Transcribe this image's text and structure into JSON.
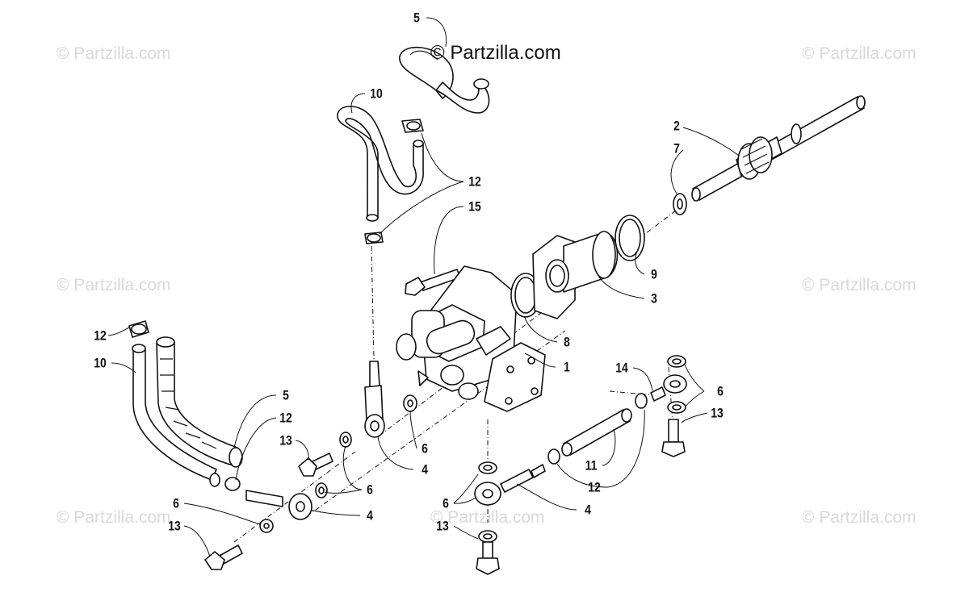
{
  "credit": "© Partzilla.com",
  "watermark": "© Partzilla.com",
  "callouts": [
    {
      "id": "c5a",
      "text": "5"
    },
    {
      "id": "c10a",
      "text": "10"
    },
    {
      "id": "c12a",
      "text": "12"
    },
    {
      "id": "c15",
      "text": "15"
    },
    {
      "id": "c2",
      "text": "2"
    },
    {
      "id": "c7",
      "text": "7"
    },
    {
      "id": "c9",
      "text": "9"
    },
    {
      "id": "c3",
      "text": "3"
    },
    {
      "id": "c8",
      "text": "8"
    },
    {
      "id": "c1",
      "text": "1"
    },
    {
      "id": "c12b",
      "text": "12"
    },
    {
      "id": "c10b",
      "text": "10"
    },
    {
      "id": "c5b",
      "text": "5"
    },
    {
      "id": "c12c",
      "text": "12"
    },
    {
      "id": "c13a",
      "text": "13"
    },
    {
      "id": "c6a",
      "text": "6"
    },
    {
      "id": "c4a",
      "text": "4"
    },
    {
      "id": "c6b",
      "text": "6"
    },
    {
      "id": "c4b",
      "text": "4"
    },
    {
      "id": "c6c",
      "text": "6"
    },
    {
      "id": "c13b",
      "text": "13"
    },
    {
      "id": "c14",
      "text": "14"
    },
    {
      "id": "c6d",
      "text": "6"
    },
    {
      "id": "c13c",
      "text": "13"
    },
    {
      "id": "c11",
      "text": "11"
    },
    {
      "id": "c12d",
      "text": "12"
    },
    {
      "id": "c6e",
      "text": "6"
    },
    {
      "id": "c4c",
      "text": "4"
    },
    {
      "id": "c13d",
      "text": "13"
    }
  ]
}
